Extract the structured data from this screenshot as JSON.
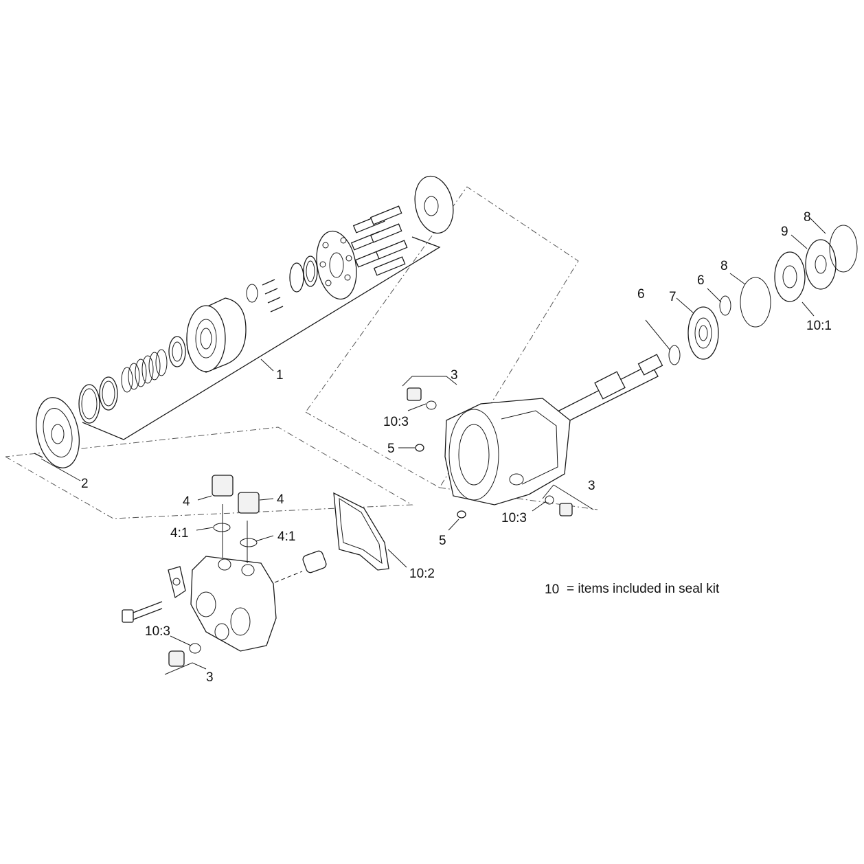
{
  "callouts": {
    "c1": "1",
    "c2": "2",
    "c3a": "3",
    "c3b": "3",
    "c3c": "3",
    "c4a": "4",
    "c4b": "4",
    "c41a": "4:1",
    "c41b": "4:1",
    "c5a": "5",
    "c5b": "5",
    "c6a": "6",
    "c6b": "6",
    "c7": "7",
    "c8a": "8",
    "c8b": "8",
    "c9": "9",
    "c101": "10:1",
    "c102": "10:2",
    "c103a": "10:3",
    "c103b": "10:3",
    "c103c": "10:3"
  },
  "legend": {
    "key": "10",
    "text": "= items included in seal kit"
  }
}
